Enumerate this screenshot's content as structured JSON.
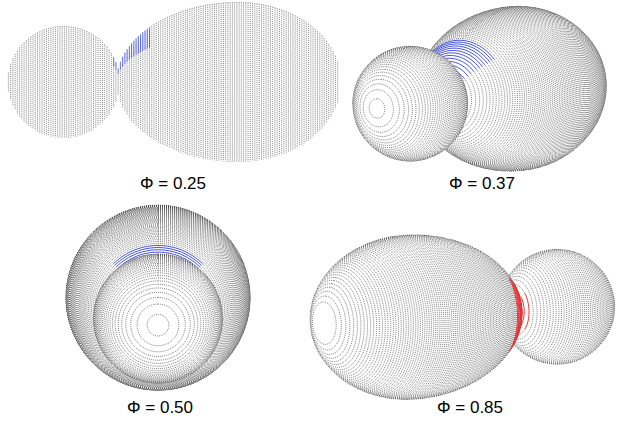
{
  "diagram": {
    "labels": [
      "Φ = 0.25",
      "Φ = 0.37",
      "Φ = 0.50",
      "Φ = 0.85"
    ]
  }
}
